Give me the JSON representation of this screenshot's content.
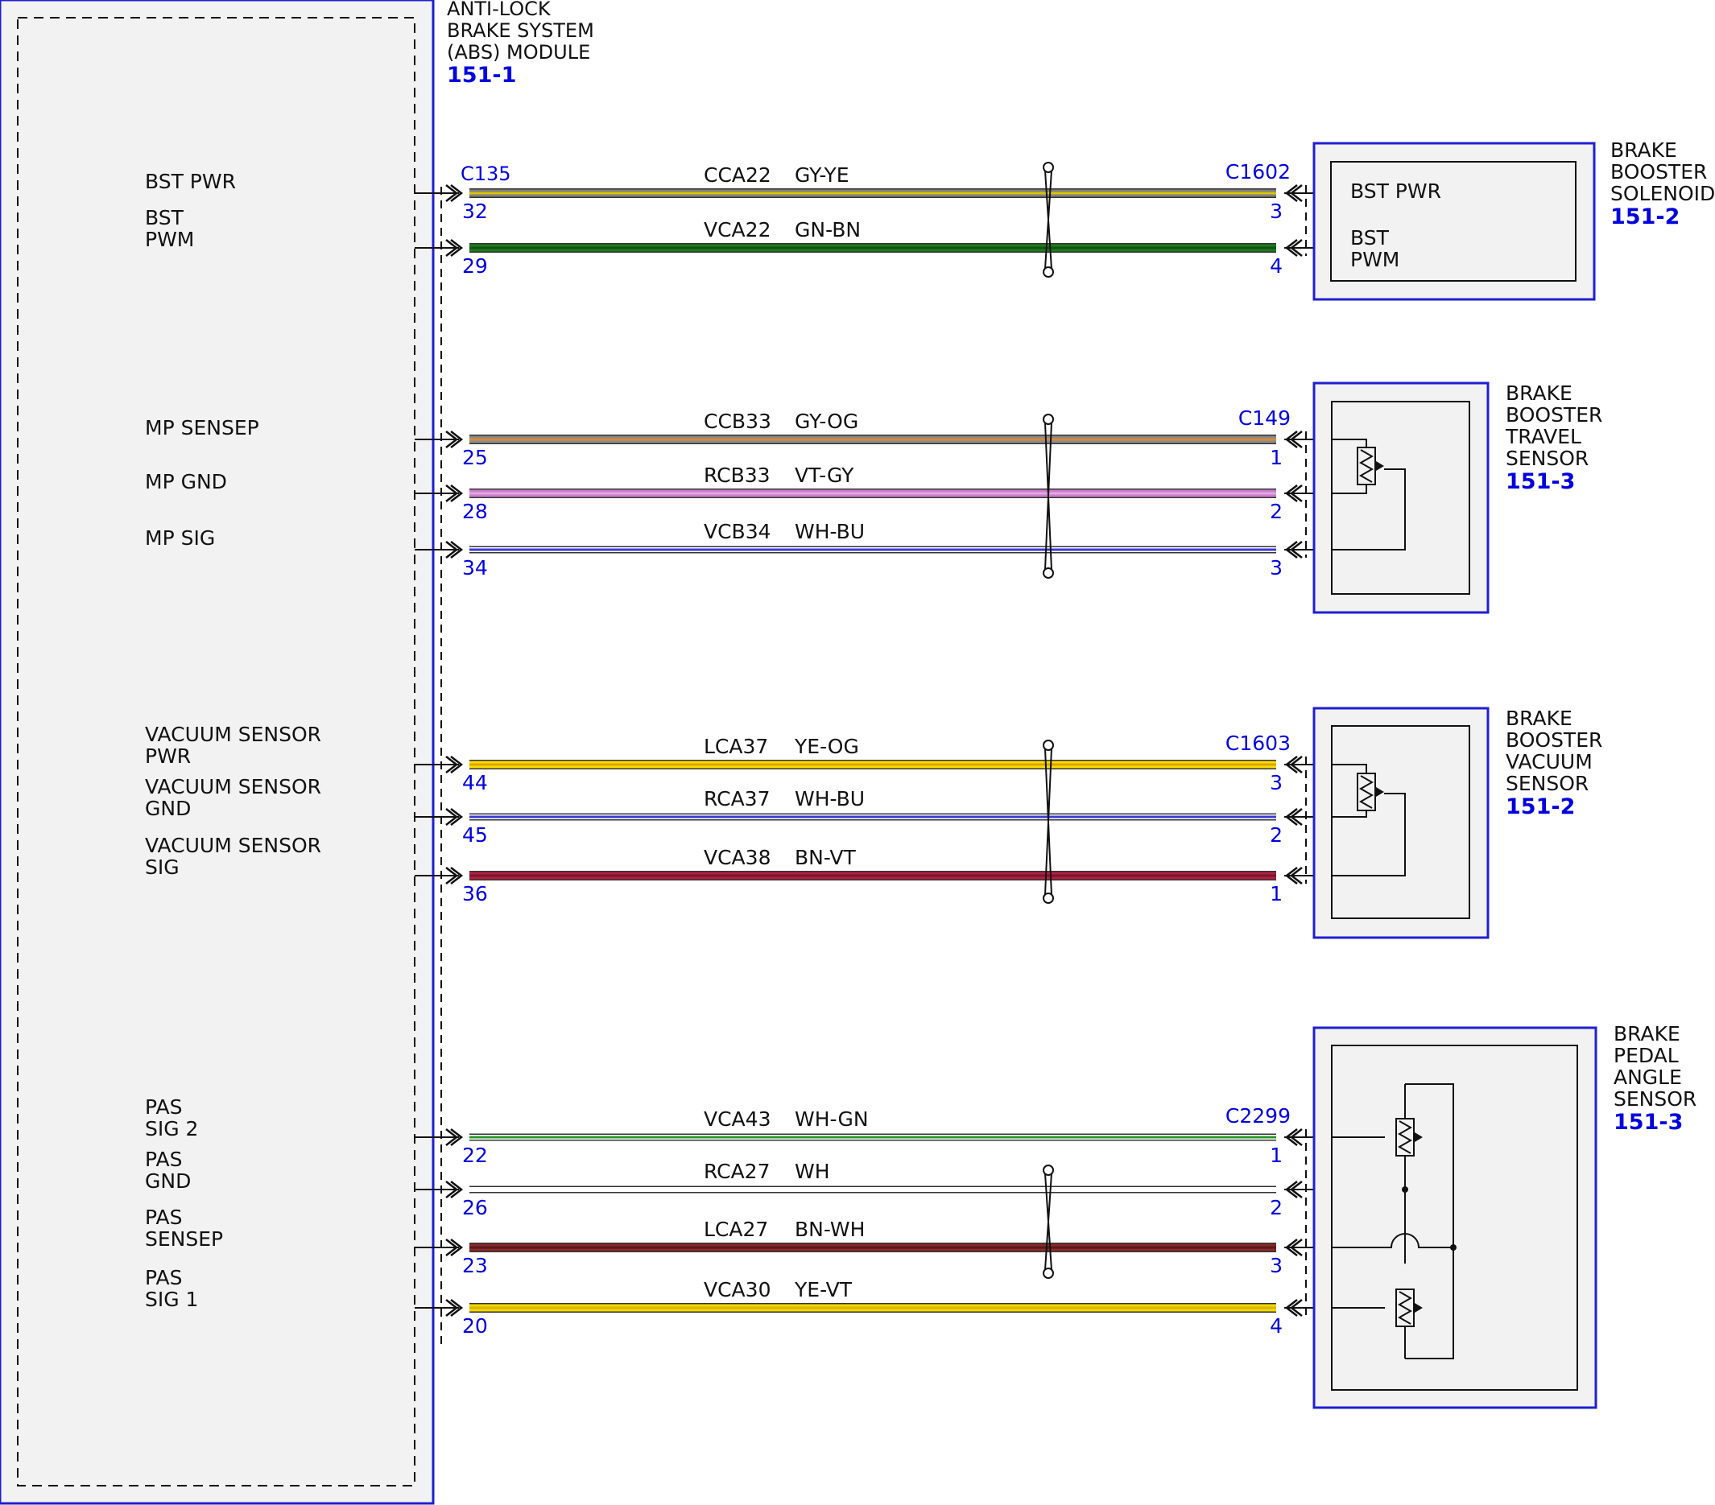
{
  "abs_module": {
    "title_lines": [
      "ANTI-LOCK",
      "BRAKE SYSTEM",
      "(ABS) MODULE"
    ],
    "ref": "151-1",
    "connector": "C135"
  },
  "colors": {
    "ref_blue": "#0000dd",
    "box_fill": "#f2f2f2",
    "box_border": "#1f1fd1"
  },
  "groups": [
    {
      "device_lines": [
        "BRAKE",
        "BOOSTER",
        "SOLENOID"
      ],
      "ref": "151-2",
      "connector": "C1602",
      "inner_labels": [
        [
          "BST PWR"
        ],
        [
          "BST",
          "PWM"
        ]
      ],
      "wires": [
        {
          "signal": [
            "BST PWR"
          ],
          "circuit": "CCA22",
          "color": "GY-YE",
          "left_pin": "32",
          "right_pin": "3",
          "c1": "#7f7f7f",
          "c2": "#d8c400",
          "w": 12
        },
        {
          "signal": [
            "BST",
            "PWM"
          ],
          "circuit": "VCA22",
          "color": "GN-BN",
          "left_pin": "29",
          "right_pin": "4",
          "c1": "#1e7a1e",
          "c2": "#0f560f",
          "w": 12
        }
      ]
    },
    {
      "device_lines": [
        "BRAKE",
        "BOOSTER",
        "TRAVEL",
        "SENSOR"
      ],
      "ref": "151-3",
      "connector": "C149",
      "wires": [
        {
          "signal": [
            "MP SENSEP"
          ],
          "circuit": "CCB33",
          "color": "GY-OG",
          "left_pin": "25",
          "right_pin": "1",
          "c1": "#8a8a8a",
          "c2": "#d88a3a",
          "w": 12
        },
        {
          "signal": [
            "MP GND"
          ],
          "circuit": "RCB33",
          "color": "VT-GY",
          "left_pin": "28",
          "right_pin": "2",
          "c1": "#cc7ccc",
          "c2": "#e0a8e0",
          "w": 12
        },
        {
          "signal": [
            "MP SIG"
          ],
          "circuit": "VCB34",
          "color": "WH-BU",
          "left_pin": "34",
          "right_pin": "3",
          "c1": "#ffffff",
          "c2": "#3a3ad8",
          "w": 9
        }
      ]
    },
    {
      "device_lines": [
        "BRAKE",
        "BOOSTER",
        "VACUUM",
        "SENSOR"
      ],
      "ref": "151-2",
      "connector": "C1603",
      "wires": [
        {
          "signal": [
            "VACUUM SENSOR",
            "PWR"
          ],
          "circuit": "LCA37",
          "color": "YE-OG",
          "left_pin": "44",
          "right_pin": "3",
          "c1": "#f4e000",
          "c2": "#e6a000",
          "w": 12
        },
        {
          "signal": [
            "VACUUM SENSOR",
            "GND"
          ],
          "circuit": "RCA37",
          "color": "WH-BU",
          "left_pin": "45",
          "right_pin": "2",
          "c1": "#ffffff",
          "c2": "#3a3ad8",
          "w": 9
        },
        {
          "signal": [
            "VACUUM SENSOR",
            "SIG"
          ],
          "circuit": "VCA38",
          "color": "BN-VT",
          "left_pin": "36",
          "right_pin": "1",
          "c1": "#b02040",
          "c2": "#7a1530",
          "w": 12
        }
      ]
    },
    {
      "device_lines": [
        "BRAKE",
        "PEDAL",
        "ANGLE",
        "SENSOR"
      ],
      "ref": "151-3",
      "connector": "C2299",
      "wires": [
        {
          "signal": [
            "PAS",
            "SIG 2"
          ],
          "circuit": "VCA43",
          "color": "WH-GN",
          "left_pin": "22",
          "right_pin": "1",
          "c1": "#ffffff",
          "c2": "#2a9a2a",
          "w": 9
        },
        {
          "signal": [
            "PAS",
            "GND"
          ],
          "circuit": "RCA27",
          "color": "WH",
          "left_pin": "26",
          "right_pin": "2",
          "c1": "#ffffff",
          "c2": "#ffffff",
          "w": 9
        },
        {
          "signal": [
            "PAS",
            "SENSEP"
          ],
          "circuit": "LCA27",
          "color": "BN-WH",
          "left_pin": "23",
          "right_pin": "3",
          "c1": "#8a2a2a",
          "c2": "#5a1a1a",
          "w": 12
        },
        {
          "signal": [
            "PAS",
            "SIG 1"
          ],
          "circuit": "VCA30",
          "color": "YE-VT",
          "left_pin": "20",
          "right_pin": "4",
          "c1": "#f4d800",
          "c2": "#d8b800",
          "w": 12
        }
      ]
    }
  ]
}
